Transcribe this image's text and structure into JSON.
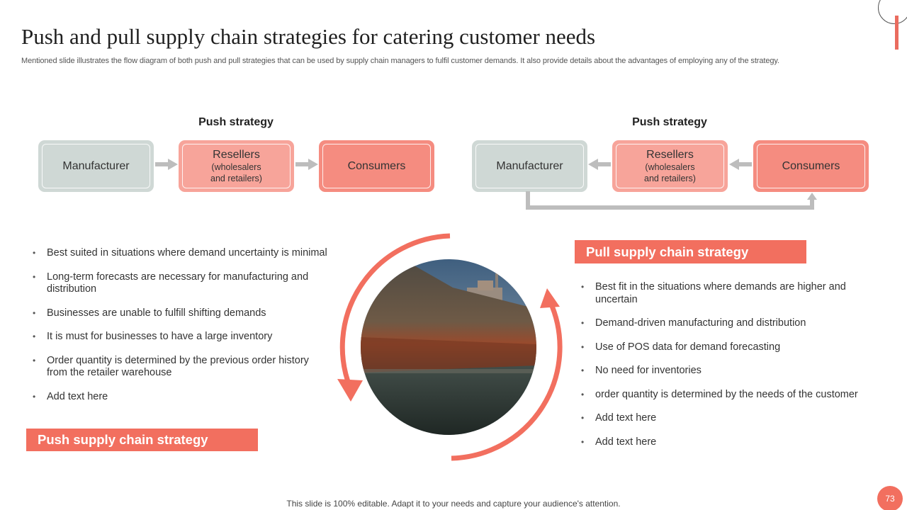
{
  "slide": {
    "title": "Push and pull supply chain strategies for catering customer needs",
    "subtitle": "Mentioned slide illustrates the flow diagram of both push and pull strategies that can be used by supply chain managers to fulfil customer demands. It also provide details about the advantages of employing any of the strategy.",
    "footer": "This slide is 100% editable. Adapt it to your needs and capture your audience's attention.",
    "page_number": "73"
  },
  "push_flow": {
    "heading": "Push strategy",
    "manufacturer": "Manufacturer",
    "resellers": "Resellers",
    "resellers_sub1": "(wholesalers",
    "resellers_sub2": "and retailers)",
    "consumers": "Consumers"
  },
  "pull_flow": {
    "heading": "Push strategy",
    "manufacturer": "Manufacturer",
    "resellers": "Resellers",
    "resellers_sub1": "(wholesalers",
    "resellers_sub2": "and retailers)",
    "consumers": "Consumers"
  },
  "push_strategy": {
    "banner": "Push supply chain strategy",
    "bullets": [
      "Best suited in situations where demand uncertainty is minimal",
      "Long-term forecasts are necessary for manufacturing and distribution",
      "Businesses are unable to fulfill shifting demands",
      "It is must for businesses to have a large inventory",
      "Order quantity  is determined by the previous order history from the retailer warehouse",
      "Add text here"
    ]
  },
  "pull_strategy": {
    "banner": "Pull supply chain strategy",
    "bullets": [
      "Best fit in the situations where demands are higher and uncertain",
      "Demand-driven manufacturing and distribution",
      "Use of POS data for demand forecasting",
      "No need for inventories",
      "order quantity is determined by the needs of the customer",
      "Add text here",
      "Add text here"
    ]
  },
  "colors": {
    "accent": "#f26f5f",
    "grey_box": "#cfd8d5",
    "pink_box": "#f7a49a",
    "salmon_box": "#f58c80",
    "arrow_grey": "#bdbdbd"
  },
  "icons": [
    "arrow-right-icon",
    "arrow-left-icon",
    "circular-arrow-icon"
  ]
}
